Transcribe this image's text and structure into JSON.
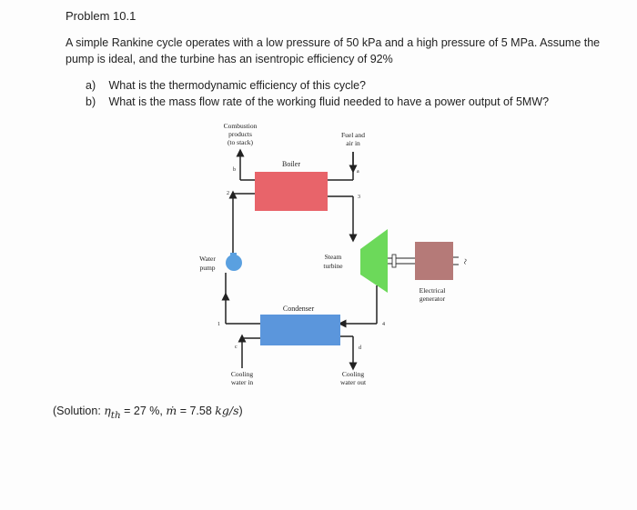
{
  "problem_title": "Problem 10.1",
  "problem_text": "A simple Rankine cycle operates with a low pressure of 50 kPa and a high pressure of 5 MPa. Assume the pump is ideal, and the turbine has an isentropic efficiency of 92%",
  "questions": [
    {
      "label": "a)",
      "text": "What is the thermodynamic efficiency of this cycle?"
    },
    {
      "label": "b)",
      "text": "What is the mass flow rate of the working fluid needed to have a power output of 5MW?"
    }
  ],
  "diagram": {
    "combustion_label": [
      "Combustion",
      "products",
      "(to stack)"
    ],
    "fuel_label": [
      "Fuel and",
      "air in"
    ],
    "boiler_label": "Boiler",
    "water_pump_label": [
      "Water",
      "pump"
    ],
    "steam_turbine_label": [
      "Steam",
      "turbine"
    ],
    "electrical_generator_label": [
      "Electrical",
      "generator"
    ],
    "condenser_label": "Condenser",
    "cooling_in_label": [
      "Cooling",
      "water in"
    ],
    "cooling_out_label": [
      "Cooling",
      "water out"
    ],
    "state_points": [
      "1",
      "2",
      "3",
      "4"
    ],
    "stream_points": [
      "a",
      "b",
      "c",
      "d"
    ],
    "generator_symbol": "~",
    "colors": {
      "boiler": "#e8646a",
      "turbine": "#6cd95a",
      "condenser": "#5b96dc",
      "generator": "#b57a78",
      "pump": "#5aa0e0"
    }
  },
  "solution": {
    "prefix": "(Solution: ",
    "eta": "η",
    "eta_sub": "th",
    "eta_value": " = 27 %, ",
    "mdot": "ṁ",
    "mdot_value": " = 7.58 ",
    "unit": "kg/s",
    "suffix": ")"
  }
}
